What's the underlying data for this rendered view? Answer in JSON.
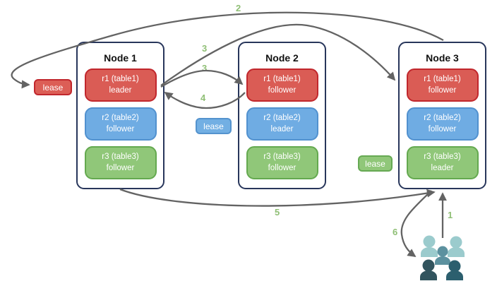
{
  "nodes": [
    {
      "title": "Node 1",
      "replicas": [
        {
          "label": "r1 (table1)",
          "role": "leader",
          "color": "red"
        },
        {
          "label": "r2 (table2)",
          "role": "follower",
          "color": "blue"
        },
        {
          "label": "r3 (table3)",
          "role": "follower",
          "color": "green"
        }
      ]
    },
    {
      "title": "Node 2",
      "replicas": [
        {
          "label": "r1 (table1)",
          "role": "follower",
          "color": "red"
        },
        {
          "label": "r2 (table2)",
          "role": "leader",
          "color": "blue"
        },
        {
          "label": "r3 (table3)",
          "role": "follower",
          "color": "green"
        }
      ]
    },
    {
      "title": "Node 3",
      "replicas": [
        {
          "label": "r1 (table1)",
          "role": "follower",
          "color": "red"
        },
        {
          "label": "r2 (table2)",
          "role": "follower",
          "color": "blue"
        },
        {
          "label": "r3 (table3)",
          "role": "leader",
          "color": "green"
        }
      ]
    }
  ],
  "leases": [
    {
      "label": "lease",
      "color": "red"
    },
    {
      "label": "lease",
      "color": "blue"
    },
    {
      "label": "lease",
      "color": "green"
    }
  ],
  "steps": [
    "1",
    "2",
    "3",
    "3",
    "4",
    "5",
    "6"
  ],
  "icons": {
    "users": "users-group-icon"
  },
  "colors": {
    "red_fill": "#DA5C55",
    "red_border": "#C1272D",
    "blue_fill": "#6FACE3",
    "blue_border": "#5191CF",
    "green_fill": "#90C779",
    "green_border": "#64A94F",
    "arrow": "#636363",
    "step_label": "#8FBF75",
    "node_border": "#28365B",
    "users_back": "#9BCBCD",
    "users_middle": "#5C919F",
    "users_front_left": "#32545E",
    "users_front_right": "#2C5F6E"
  }
}
